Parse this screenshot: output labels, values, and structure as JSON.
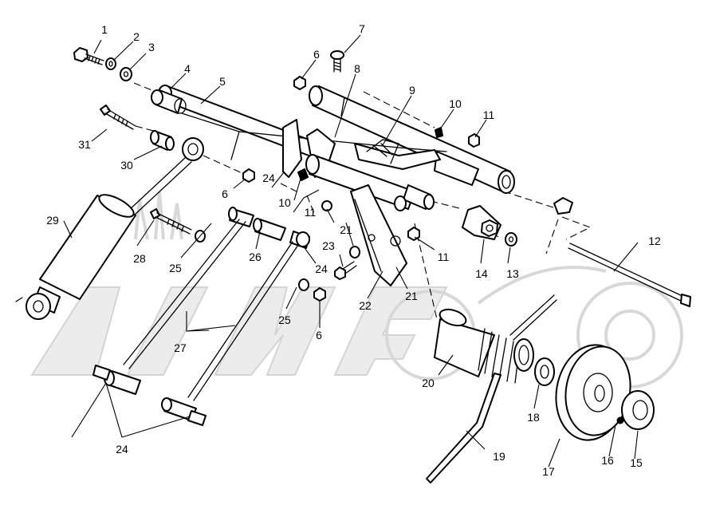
{
  "callouts": [
    {
      "id": "c1",
      "text": "1"
    },
    {
      "id": "c2",
      "text": "2"
    },
    {
      "id": "c3",
      "text": "3"
    },
    {
      "id": "c4",
      "text": "4"
    },
    {
      "id": "c5",
      "text": "5"
    },
    {
      "id": "c6a",
      "text": "6"
    },
    {
      "id": "c6b",
      "text": "6"
    },
    {
      "id": "c6c",
      "text": "6"
    },
    {
      "id": "c7",
      "text": "7"
    },
    {
      "id": "c8",
      "text": "8"
    },
    {
      "id": "c9",
      "text": "9"
    },
    {
      "id": "c10a",
      "text": "10"
    },
    {
      "id": "c10b",
      "text": "10"
    },
    {
      "id": "c11a",
      "text": "11"
    },
    {
      "id": "c11b",
      "text": "11"
    },
    {
      "id": "c11c",
      "text": "11"
    },
    {
      "id": "c12",
      "text": "12"
    },
    {
      "id": "c13",
      "text": "13"
    },
    {
      "id": "c14",
      "text": "14"
    },
    {
      "id": "c15",
      "text": "15"
    },
    {
      "id": "c16",
      "text": "16"
    },
    {
      "id": "c17",
      "text": "17"
    },
    {
      "id": "c18",
      "text": "18"
    },
    {
      "id": "c19",
      "text": "19"
    },
    {
      "id": "c20",
      "text": "20"
    },
    {
      "id": "c21a",
      "text": "21"
    },
    {
      "id": "c21b",
      "text": "21"
    },
    {
      "id": "c22",
      "text": "22"
    },
    {
      "id": "c23",
      "text": "23"
    },
    {
      "id": "c24a",
      "text": "24"
    },
    {
      "id": "c24b",
      "text": "24"
    },
    {
      "id": "c24c",
      "text": "24"
    },
    {
      "id": "c25a",
      "text": "25"
    },
    {
      "id": "c25b",
      "text": "25"
    },
    {
      "id": "c26",
      "text": "26"
    },
    {
      "id": "c27",
      "text": "27"
    },
    {
      "id": "c28",
      "text": "28"
    },
    {
      "id": "c29",
      "text": "29"
    },
    {
      "id": "c30",
      "text": "30"
    },
    {
      "id": "c31",
      "text": "31"
    }
  ],
  "watermark": {
    "icon": "motorcycle-logo-watermark",
    "color": "#d8d8d8"
  }
}
